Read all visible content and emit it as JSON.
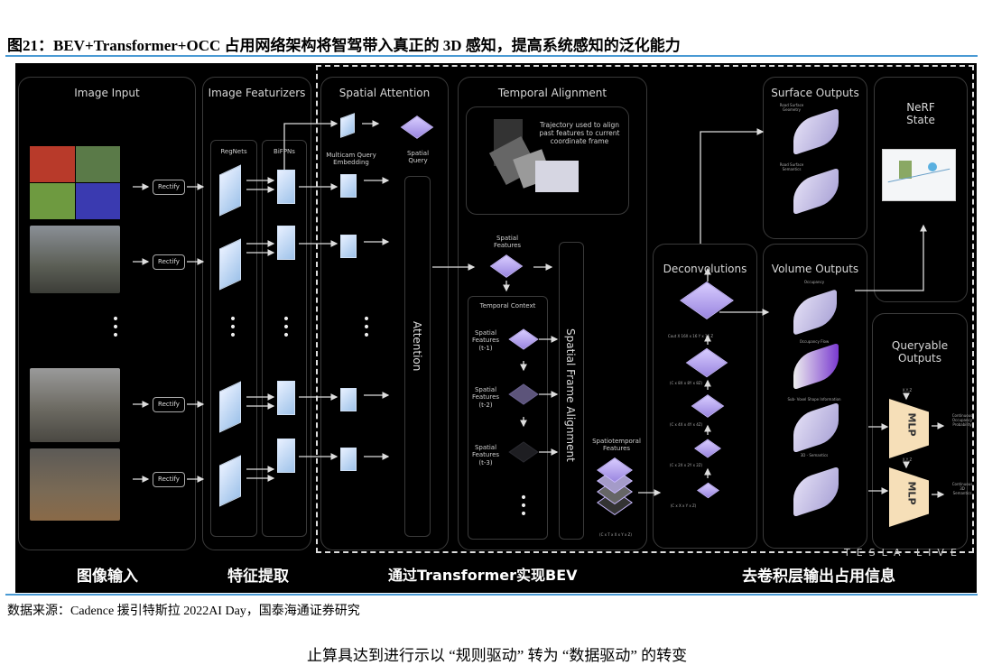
{
  "figure": {
    "title": "图21：BEV+Transformer+OCC 占用网络架构将智驾带入真正的 3D 感知，提高系统感知的泛化能力",
    "source": "数据来源：Cadence 援引特斯拉 2022AI Day，国泰海通证券研究",
    "cut_text": "止算具达到进行示以 “规则驱动” 转为 “数据驱动” 的转变"
  },
  "diagram": {
    "panels": {
      "image_input": "Image Input",
      "image_featurizers": "Image Featurizers",
      "regnets": "RegNets",
      "bifpns": "BiFPNs",
      "spatial_attention": "Spatial Attention",
      "attention": "Attention",
      "multicam": "Multicam Query Embedding",
      "spatial_query": "Spatial Query",
      "temporal_alignment": "Temporal Alignment",
      "trajectory": "Trajectory used to align past features to current coordinate frame",
      "spatial_features": "Spatial Features",
      "temporal_context": "Temporal Context",
      "sf1": "Spatial Features (t-1)",
      "sf2": "Spatial Features (t-2)",
      "sf3": "Spatial Features (t-3)",
      "spatial_frame_alignment": "Spatial Frame Alignment",
      "spatiotemporal": "Spatiotemporal Features",
      "st_dims": "(C x T x X x Y x Z)",
      "deconvolutions": "Deconvolutions",
      "d1": "Cout X 16X x 16 Y x 16 Z",
      "d2": "(C x 8X x 8Y x 8Z)",
      "d3": "(C x 4X x 4Y x 4Z)",
      "d4": "(C x 2X x 2Y x 2Z)",
      "d5": "(C x X x Y x Z)",
      "surface_outputs": "Surface Outputs",
      "road_geom": "Road Surface Geometry",
      "road_sem": "Road Surface Semantics",
      "volume_outputs": "Volume Outputs",
      "occupancy": "Occupancy",
      "occ_flow": "Occupancy Flow",
      "subvoxel": "Sub- Voxel Shape Information",
      "sem3d": "3D - Semantics",
      "nerf": "NeRF State",
      "queryable": "Queryable Outputs",
      "mlp": "MLP",
      "xyz": "X,Y,Z",
      "cont_occ": "Continuous Occupancy Probability",
      "cont_sem": "Continuous 3D Semantics"
    },
    "rectify": "Rectify",
    "brand": "TESLA LIVE",
    "bottom_labels": [
      "图像输入",
      "特征提取",
      "通过Transformer实现BEV",
      "去卷积层输出占用信息"
    ]
  }
}
